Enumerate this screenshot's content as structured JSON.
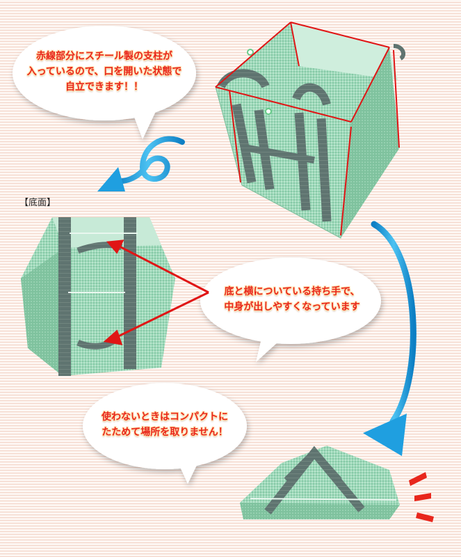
{
  "callouts": {
    "top": {
      "line1": "赤線部分にスチール製の支柱が",
      "line2": "入っているので、口を開いた状態で",
      "line3": "自立できます！！"
    },
    "middle": {
      "line1": "底と横についている持ち手で、",
      "line2": "中身が出しやすくなっています"
    },
    "bottom": {
      "line1": "使わないときはコンパクトに",
      "line2": "たためて場所を取りません！"
    }
  },
  "bottom_view_label": "【底面】",
  "colors": {
    "callout_text": "#e8261c",
    "bag_green": "#8fd1b0",
    "strap": "#5f7470",
    "frame_line": "#e01515",
    "arrow_blue": "#1f9fe0"
  }
}
